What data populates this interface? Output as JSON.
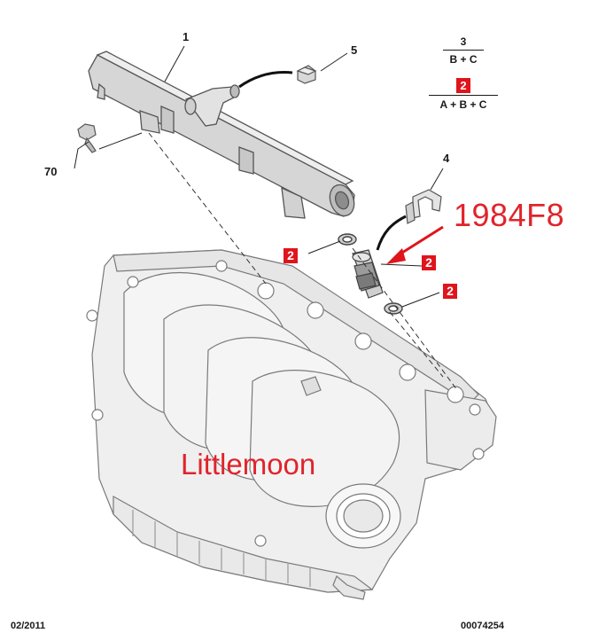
{
  "callouts": {
    "part_1": "1",
    "part_5": "5",
    "part_70": "70",
    "part_4": "4",
    "seal_a": "2",
    "seal_b": "2",
    "seal_c": "2"
  },
  "ratios": {
    "first": {
      "numerator": "3",
      "denominator": "B + C"
    },
    "second": {
      "numerator": "2",
      "denominator": "A + B + C"
    }
  },
  "watermark": {
    "part_code": "1984F8",
    "brand": "Littlemoon"
  },
  "footer": {
    "date": "02/2011",
    "doc_number": "00074254"
  },
  "colors": {
    "accent_red": "#e0141b",
    "line": "#333333",
    "part_fill": "#ebebeb"
  }
}
